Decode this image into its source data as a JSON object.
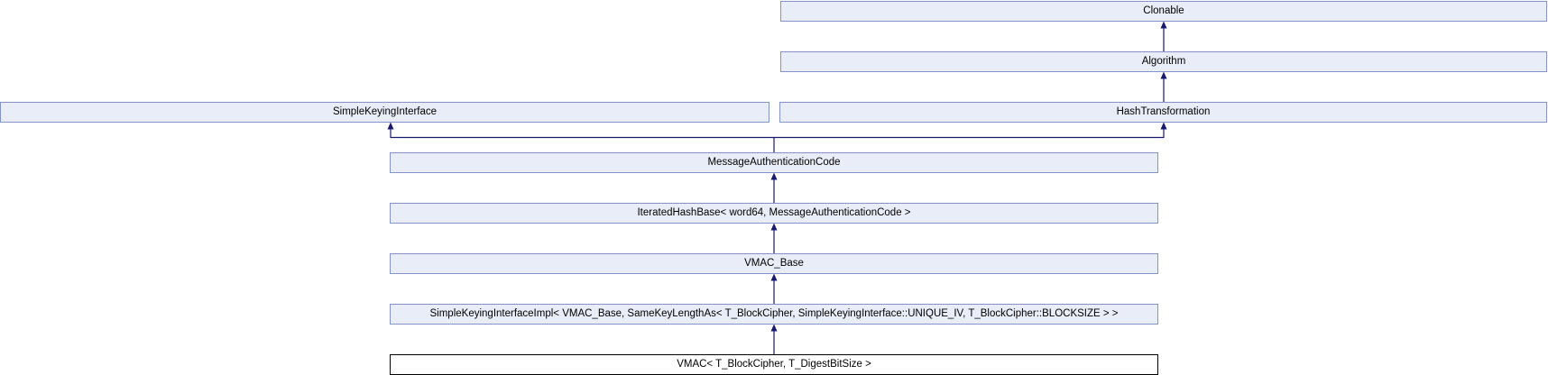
{
  "diagram": {
    "kind": "class-inheritance-graph",
    "current_class": "VMAC< T_BlockCipher, T_DigestBitSize >",
    "nodes": [
      {
        "label": "Clonable"
      },
      {
        "label": "Algorithm"
      },
      {
        "label": "SimpleKeyingInterface"
      },
      {
        "label": "HashTransformation"
      },
      {
        "label": "MessageAuthenticationCode"
      },
      {
        "label": "IteratedHashBase< word64, MessageAuthenticationCode >"
      },
      {
        "label": "VMAC_Base"
      },
      {
        "label": "SimpleKeyingInterfaceImpl< VMAC_Base, SameKeyLengthAs< T_BlockCipher, SimpleKeyingInterface::UNIQUE_IV, T_BlockCipher::BLOCKSIZE > >"
      },
      {
        "label": "VMAC< T_BlockCipher, T_DigestBitSize >"
      }
    ],
    "edges": [
      {
        "from": 1,
        "to": 0,
        "relation": "inherits"
      },
      {
        "from": 3,
        "to": 1,
        "relation": "inherits"
      },
      {
        "from": 4,
        "to": 2,
        "relation": "inherits"
      },
      {
        "from": 4,
        "to": 3,
        "relation": "inherits"
      },
      {
        "from": 5,
        "to": 4,
        "relation": "inherits"
      },
      {
        "from": 6,
        "to": 5,
        "relation": "inherits"
      },
      {
        "from": 7,
        "to": 6,
        "relation": "inherits"
      },
      {
        "from": 8,
        "to": 7,
        "relation": "inherits"
      }
    ],
    "colors": {
      "background": "#ffffff",
      "node_fill": "#e9edf7",
      "node_border": "#8494c8",
      "current_node_fill": "#ffffff",
      "current_node_border": "#000000",
      "text": "#000000",
      "edge": "#191970"
    }
  }
}
